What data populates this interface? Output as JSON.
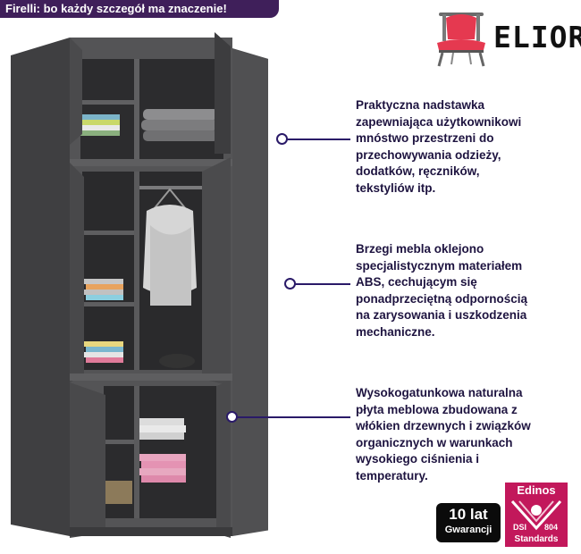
{
  "banner": {
    "text": "Firelli: bo każdy szczegół ma znaczenie!"
  },
  "logo": {
    "brand": "ELIOR",
    "icon": "chair-icon"
  },
  "product": {
    "image": "corner-wardrobe-graphite",
    "color": "#4a4a4c"
  },
  "features": [
    {
      "lines": [
        "Praktyczna nadstawka",
        "zapewniająca użytkownikowi",
        "mnóstwo przestrzeni do",
        "przechowywania odzieży,",
        "dodatków, ręczników,",
        "tekstyliów itp."
      ]
    },
    {
      "lines": [
        "Brzegi mebla oklejono",
        "specjalistycznym materiałem",
        "ABS, cechującym się",
        "ponadprzeciętną odpornością",
        "na zarysowania i uszkodzenia",
        "mechaniczne."
      ]
    },
    {
      "lines": [
        "Wysokogatunkowa naturalna",
        "płyta meblowa zbudowana z",
        "włókien drzewnych i związków",
        "organicznych w warunkach",
        "wysokiego ciśnienia i",
        "temperatury."
      ]
    }
  ],
  "badges": {
    "warranty": {
      "years": "10 lat",
      "label": "Gwarancji"
    },
    "edinos": {
      "brand": "Edinos",
      "left": "DSI",
      "right": "804",
      "standard": "Standards"
    }
  },
  "colors": {
    "banner": "#3f1f5a",
    "accent": "#2a1a68",
    "edinos": "#c2185b"
  }
}
